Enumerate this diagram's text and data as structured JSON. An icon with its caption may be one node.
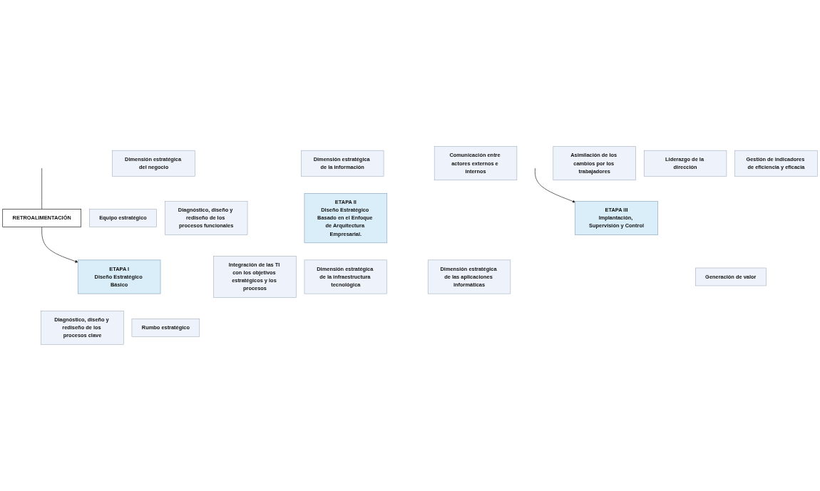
{
  "diagram": {
    "nodes": [
      {
        "text": [
          "ETAPA I",
          "Diseño Estratégico Básico"
        ]
      },
      {
        "text": [
          "ETAPA II",
          "Diseño Estratégico Basado en el Enfoque de Arquitectura Empresarial."
        ]
      },
      {
        "text": [
          "ETAPA III",
          "Implantación, Supervisión y Control"
        ]
      },
      {
        "text": [
          "RETROALIMENTACIÓN"
        ]
      },
      {
        "text": [
          "Equipo estratégico"
        ]
      },
      {
        "text": [
          "Dimensión estratégica del negocio"
        ]
      },
      {
        "text": [
          "Dimensión estratégica de la información"
        ]
      },
      {
        "text": [
          "Asimilación de los cambios por los trabajadores"
        ]
      },
      {
        "text": [
          "Diagnóstico, diseño y rediseño de los procesos funcionales"
        ]
      },
      {
        "text": [
          "Comunicación entre actores externos e internos"
        ]
      },
      {
        "text": [
          "Liderazgo de la dirección"
        ]
      },
      {
        "text": [
          "Gestión de indicadores de eficiencia y eficacia"
        ]
      },
      {
        "text": [
          "Diagnóstico, diseño y rediseño de los procesos clave"
        ]
      },
      {
        "text": [
          "Integración de las TI con los objetivos estratégicos y los procesos"
        ]
      },
      {
        "text": [
          "Rumbo estratégico"
        ]
      },
      {
        "text": [
          "Dimensión estratégica de la infraestructura tecnológica"
        ]
      },
      {
        "text": [
          "Dimensión estratégica de las aplicaciones informáticas"
        ]
      },
      {
        "text": [
          "Generación de valor"
        ]
      }
    ],
    "edges": [
      {
        "from": 3,
        "to": 0,
        "arrow": "to"
      },
      {
        "from": null,
        "to": 3,
        "arrow": "none"
      },
      {
        "from": null,
        "to": 2,
        "arrow": "to"
      }
    ]
  }
}
